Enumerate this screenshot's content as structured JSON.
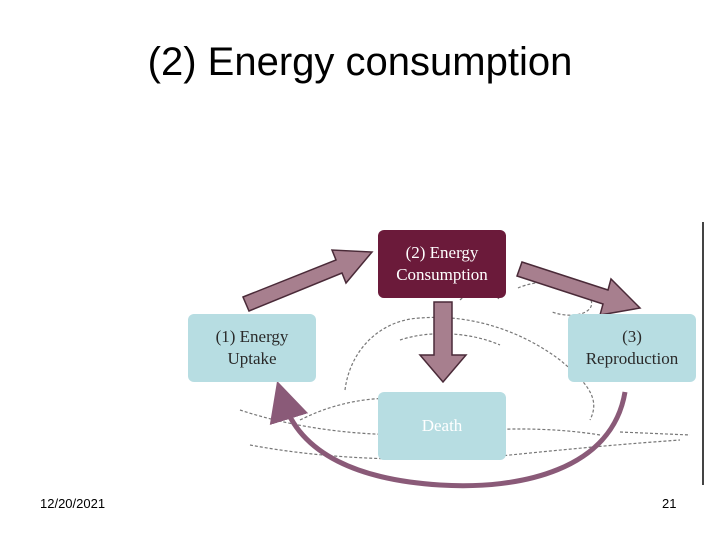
{
  "slide": {
    "title": "(2) Energy consumption",
    "date": "12/20/2021",
    "page_number": "21"
  },
  "diagram": {
    "nodes": {
      "consumption": "(2) Energy\nConsumption",
      "uptake": "(1) Energy\nUptake",
      "reproduction": "(3)\nReproduction",
      "death": "Death"
    }
  },
  "colors": {
    "consumption_box": "#6b1a3a",
    "stage_box": "#b7dde2",
    "arrow_fill": "#a77f8e",
    "arrow_stroke": "#4a2a38",
    "cycle_arrow": "#8a5a78"
  }
}
